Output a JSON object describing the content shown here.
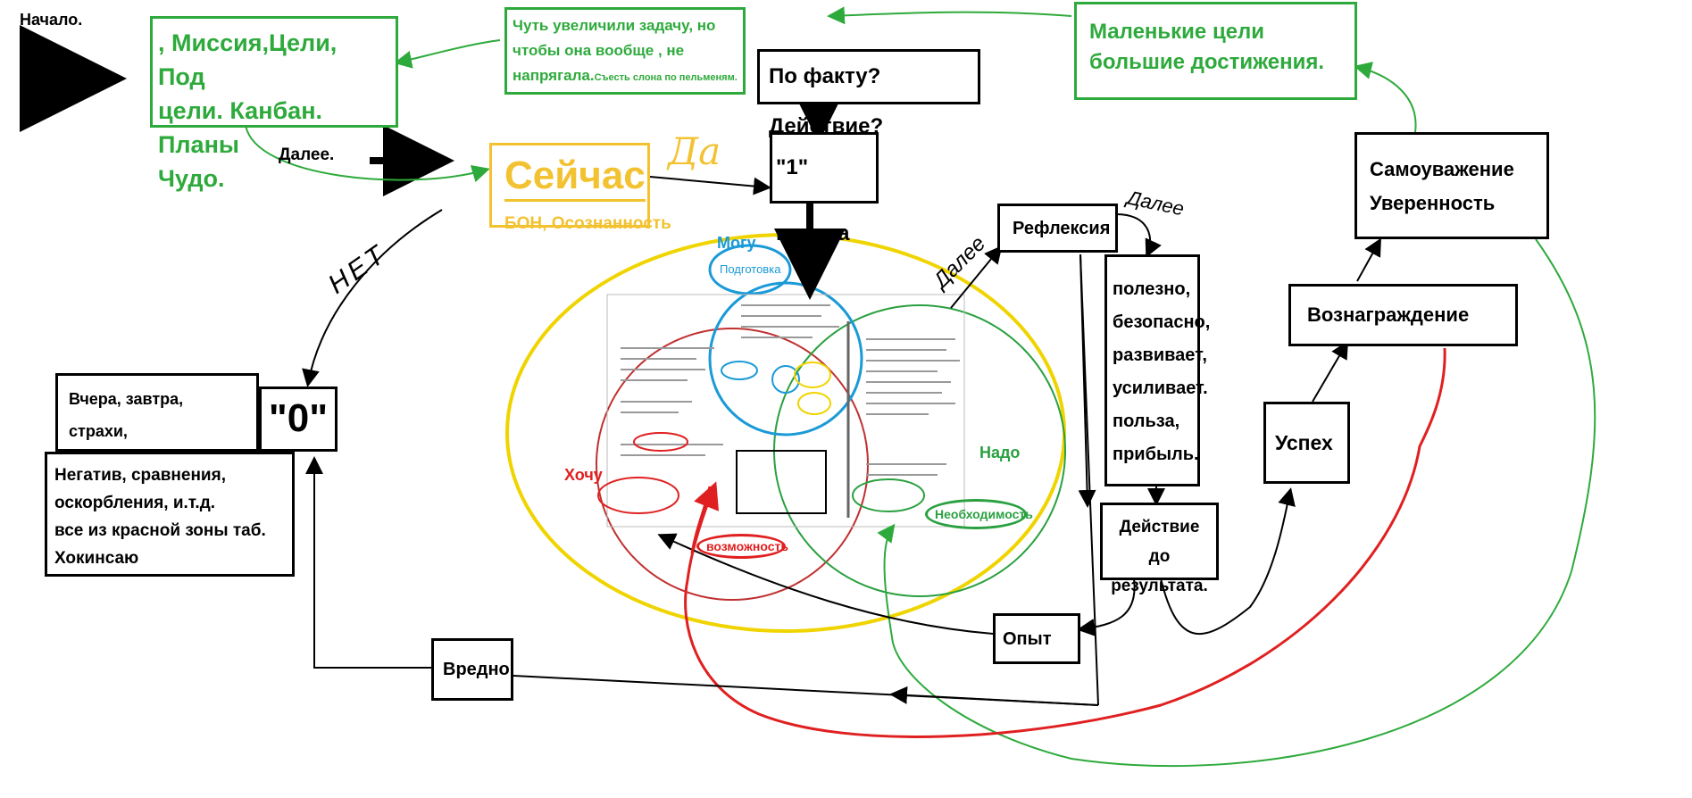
{
  "start": {
    "title": "Начало.",
    "subtitle": "Start"
  },
  "mission_box": ", Миссия,Цели, Под\nцели. Канбан. Планы\nЧудо.",
  "task_box": {
    "main": "Чуть увеличили задачу, но\nчтобы она вообще , не\nнапрягала.",
    "note": "Съесть слона по пельменям."
  },
  "goals_box": "Маленькие цели\nбольшие достижения.",
  "fact_box": "По факту? Действие?",
  "truth_box": "\"1\" истина",
  "next_label": "Далее.",
  "now_box": {
    "title": "Сейчас",
    "subtitle": "БОН, Осознанность"
  },
  "yes_script": "Да",
  "no_script": "НЕТ",
  "further_script_1": "Далее",
  "further_script_2": "Далее",
  "reflection_box": "Рефлексия",
  "useful_box": "полезно,\nбезопасно,\nразвивает,\nусиливает.\nпольза,\nприбыль.",
  "action_box": "Действие до\nрезультата.",
  "experience_box": "Опыт",
  "harmful_box": "Вредно",
  "self_respect_box": "Самоуважение\nУверенность",
  "reward_box": "Вознаграждение",
  "success_box": "Успех",
  "zero_box": "\"0\"",
  "yesterday_box": "Вчера, завтра,  страхи,\nсомнения.   Ложь.",
  "negative_box": "Негатив, сравнения,\nоскорбления, и.т.д.\nвсе из красной зоны таб.\nХокинсаю",
  "venn": {
    "can": "Могу",
    "preparation": "Подготовка",
    "want": "Хочу",
    "need": "Надо",
    "opportunity": "возможность",
    "necessity": "Необходимость"
  },
  "colors": {
    "green": "#2eaa3c",
    "yellow": "#f0d400",
    "now_yellow": "#f2c230",
    "red": "#e02020",
    "blue": "#1a9ad6"
  }
}
